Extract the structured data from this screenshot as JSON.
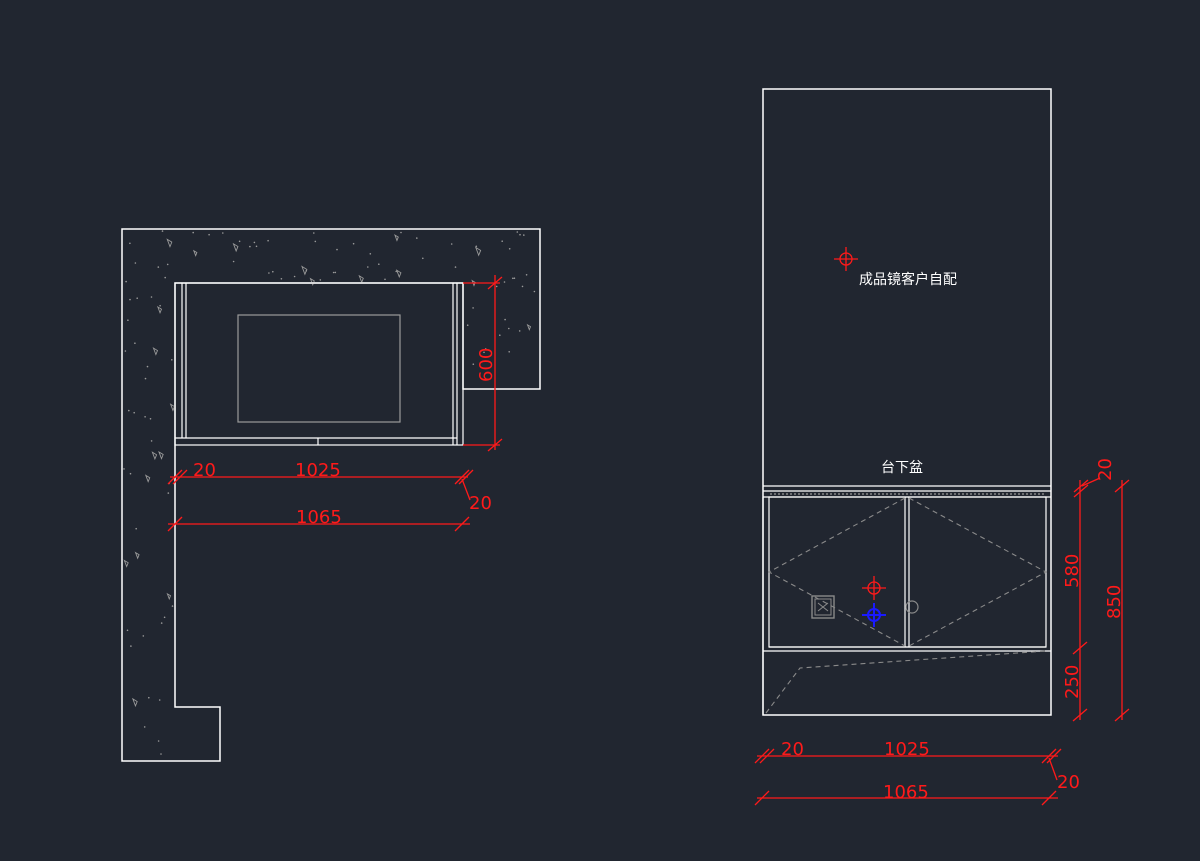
{
  "plan": {
    "dims": {
      "depth": "600",
      "wall_gap": "20",
      "inner_width": "1025",
      "side_gap": "20",
      "overall_width": "1065"
    }
  },
  "elevation": {
    "mirror_note": "成品镜客户自配",
    "basin_label": "台下盆",
    "dims": {
      "top_thickness": "20",
      "cabinet_height": "580",
      "plinth_height": "250",
      "overall_height": "850",
      "wall_gap": "20",
      "inner_width": "1025",
      "side_gap": "20",
      "overall_width": "1065"
    }
  },
  "colors": {
    "background": "#212630",
    "lines": "#ffffff",
    "dimensions": "#ff1a1a",
    "marker_blue": "#1a1aff"
  }
}
